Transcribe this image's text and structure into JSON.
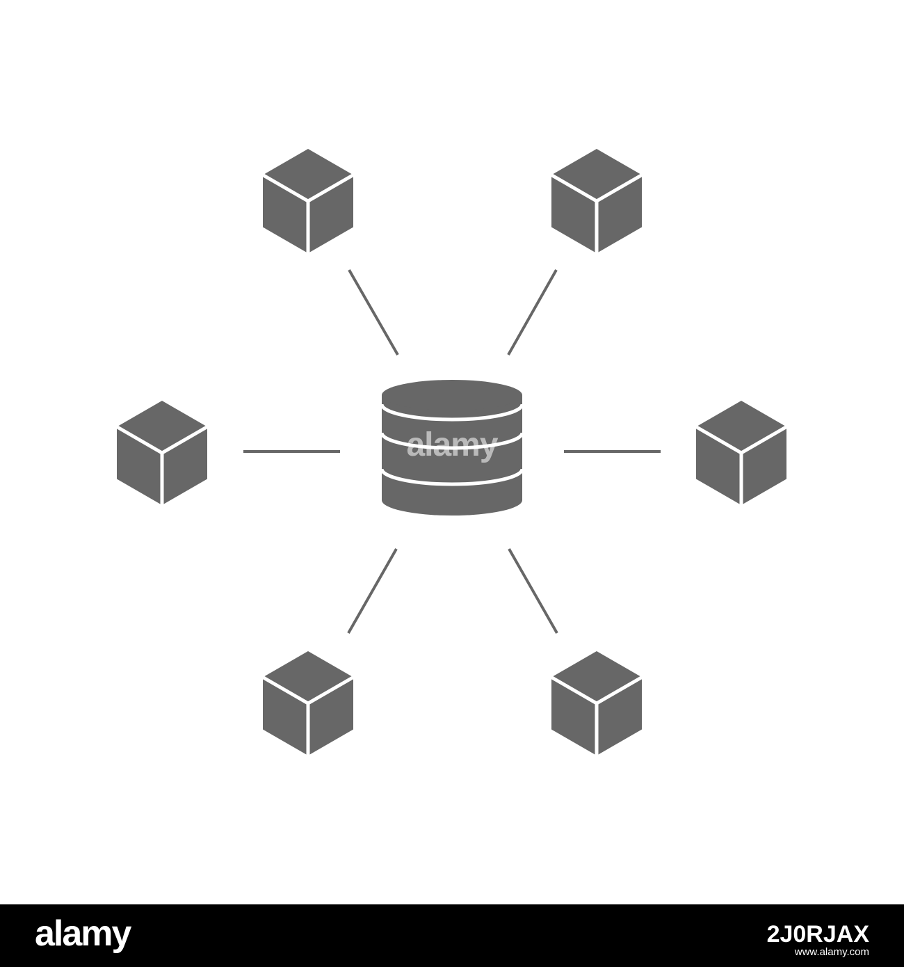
{
  "colors": {
    "icon": "#676767",
    "background": "#ffffff",
    "footer": "#000000"
  },
  "diagram": {
    "hub": {
      "icon": "database-icon"
    },
    "nodes": [
      {
        "icon": "cube-icon",
        "position": "top-left"
      },
      {
        "icon": "cube-icon",
        "position": "top-right"
      },
      {
        "icon": "cube-icon",
        "position": "left"
      },
      {
        "icon": "cube-icon",
        "position": "right"
      },
      {
        "icon": "cube-icon",
        "position": "bottom-left"
      },
      {
        "icon": "cube-icon",
        "position": "bottom-right"
      }
    ]
  },
  "watermark": "alamy",
  "footer": {
    "logo": "alamy",
    "image_id": "2J0RJAX",
    "domain": "www.alamy.com"
  }
}
